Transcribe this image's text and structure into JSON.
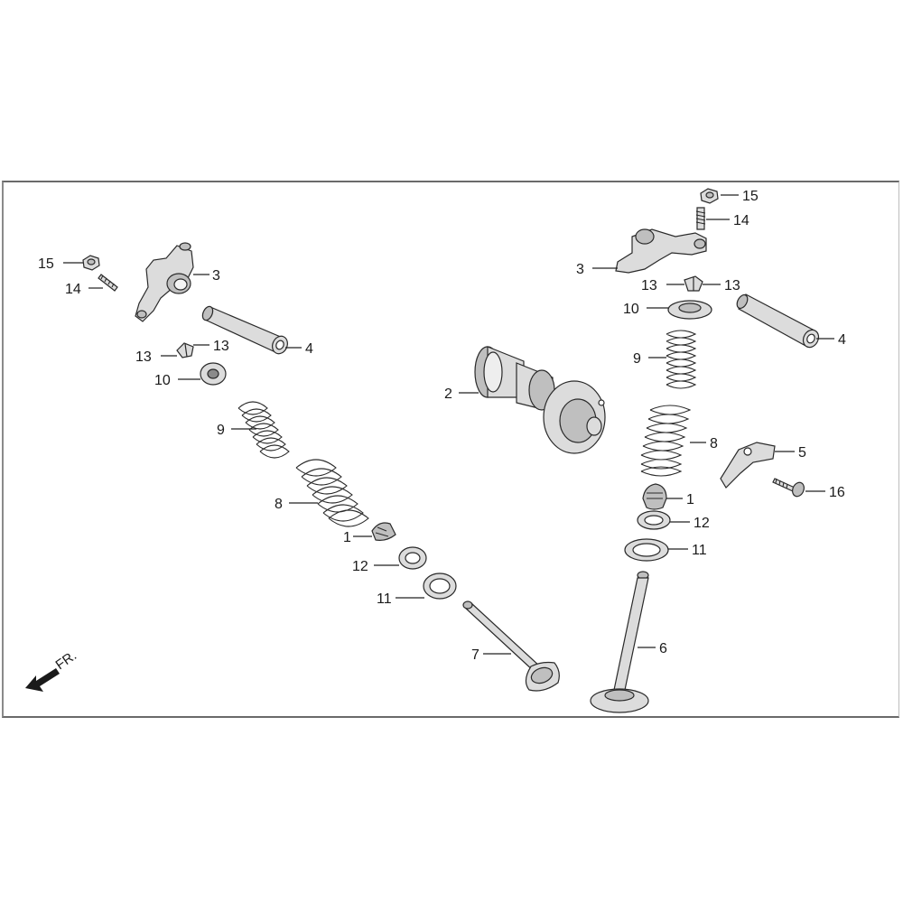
{
  "diagram": {
    "front_marker": "FR.",
    "callouts": [
      {
        "id": "c-15-left",
        "text": "15"
      },
      {
        "id": "c-14-left",
        "text": "14"
      },
      {
        "id": "c-3-left",
        "text": "3"
      },
      {
        "id": "c-4-left",
        "text": "4"
      },
      {
        "id": "c-13a-left",
        "text": "13"
      },
      {
        "id": "c-13b-left",
        "text": "13"
      },
      {
        "id": "c-10-left",
        "text": "10"
      },
      {
        "id": "c-9-left",
        "text": "9"
      },
      {
        "id": "c-8-left",
        "text": "8"
      },
      {
        "id": "c-1-left",
        "text": "1"
      },
      {
        "id": "c-12-left",
        "text": "12"
      },
      {
        "id": "c-11-left",
        "text": "11"
      },
      {
        "id": "c-7",
        "text": "7"
      },
      {
        "id": "c-2",
        "text": "2"
      },
      {
        "id": "c-15-right",
        "text": "15"
      },
      {
        "id": "c-14-right",
        "text": "14"
      },
      {
        "id": "c-3-right",
        "text": "3"
      },
      {
        "id": "c-13a-right",
        "text": "13"
      },
      {
        "id": "c-13b-right",
        "text": "13"
      },
      {
        "id": "c-10-right",
        "text": "10"
      },
      {
        "id": "c-4-right",
        "text": "4"
      },
      {
        "id": "c-9-right",
        "text": "9"
      },
      {
        "id": "c-8-right",
        "text": "8"
      },
      {
        "id": "c-5",
        "text": "5"
      },
      {
        "id": "c-1-right",
        "text": "1"
      },
      {
        "id": "c-16",
        "text": "16"
      },
      {
        "id": "c-12-right",
        "text": "12"
      },
      {
        "id": "c-11-right",
        "text": "11"
      },
      {
        "id": "c-6",
        "text": "6"
      }
    ]
  }
}
